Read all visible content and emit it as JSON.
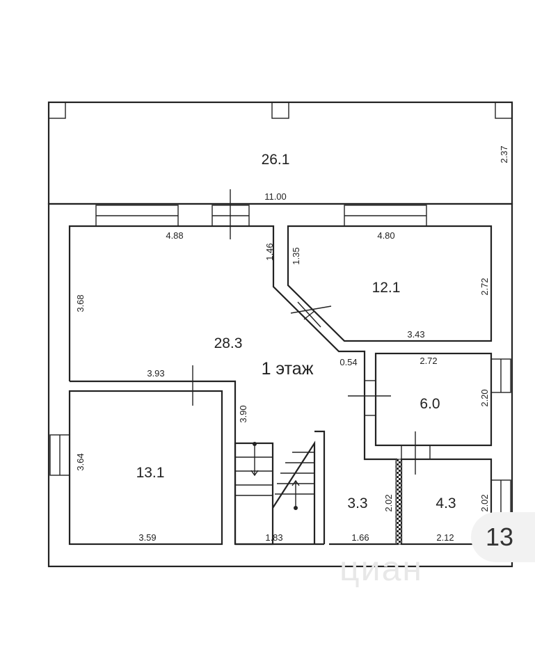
{
  "floor_label": "1 этаж",
  "page_number": "13",
  "watermark": "циан",
  "rooms": {
    "terrace": "26.1",
    "hall": "28.3",
    "room_ne": "12.1",
    "room_sw": "13.1",
    "room_e": "6.0",
    "bath_small": "3.3",
    "bath_right": "4.3"
  },
  "dimensions": {
    "terrace_height": "2.37",
    "total_width": "11.00",
    "hall_top": "4.88",
    "hall_step": "1.46",
    "hall_left": "3.68",
    "hall_bottom_left": "3.93",
    "stair_wall": "3.90",
    "hall_notch": "0.54",
    "ne_step": "1.35",
    "ne_top": "4.80",
    "ne_right": "2.72",
    "ne_bottom": "3.43",
    "e_top": "2.72",
    "e_right": "2.20",
    "sw_left": "3.64",
    "sw_bottom": "3.59",
    "stair_bottom": "1.83",
    "bath_small_bottom": "1.66",
    "partition": "2.02",
    "bath_right_side": "2.02",
    "bath_right_bottom": "2.12"
  }
}
